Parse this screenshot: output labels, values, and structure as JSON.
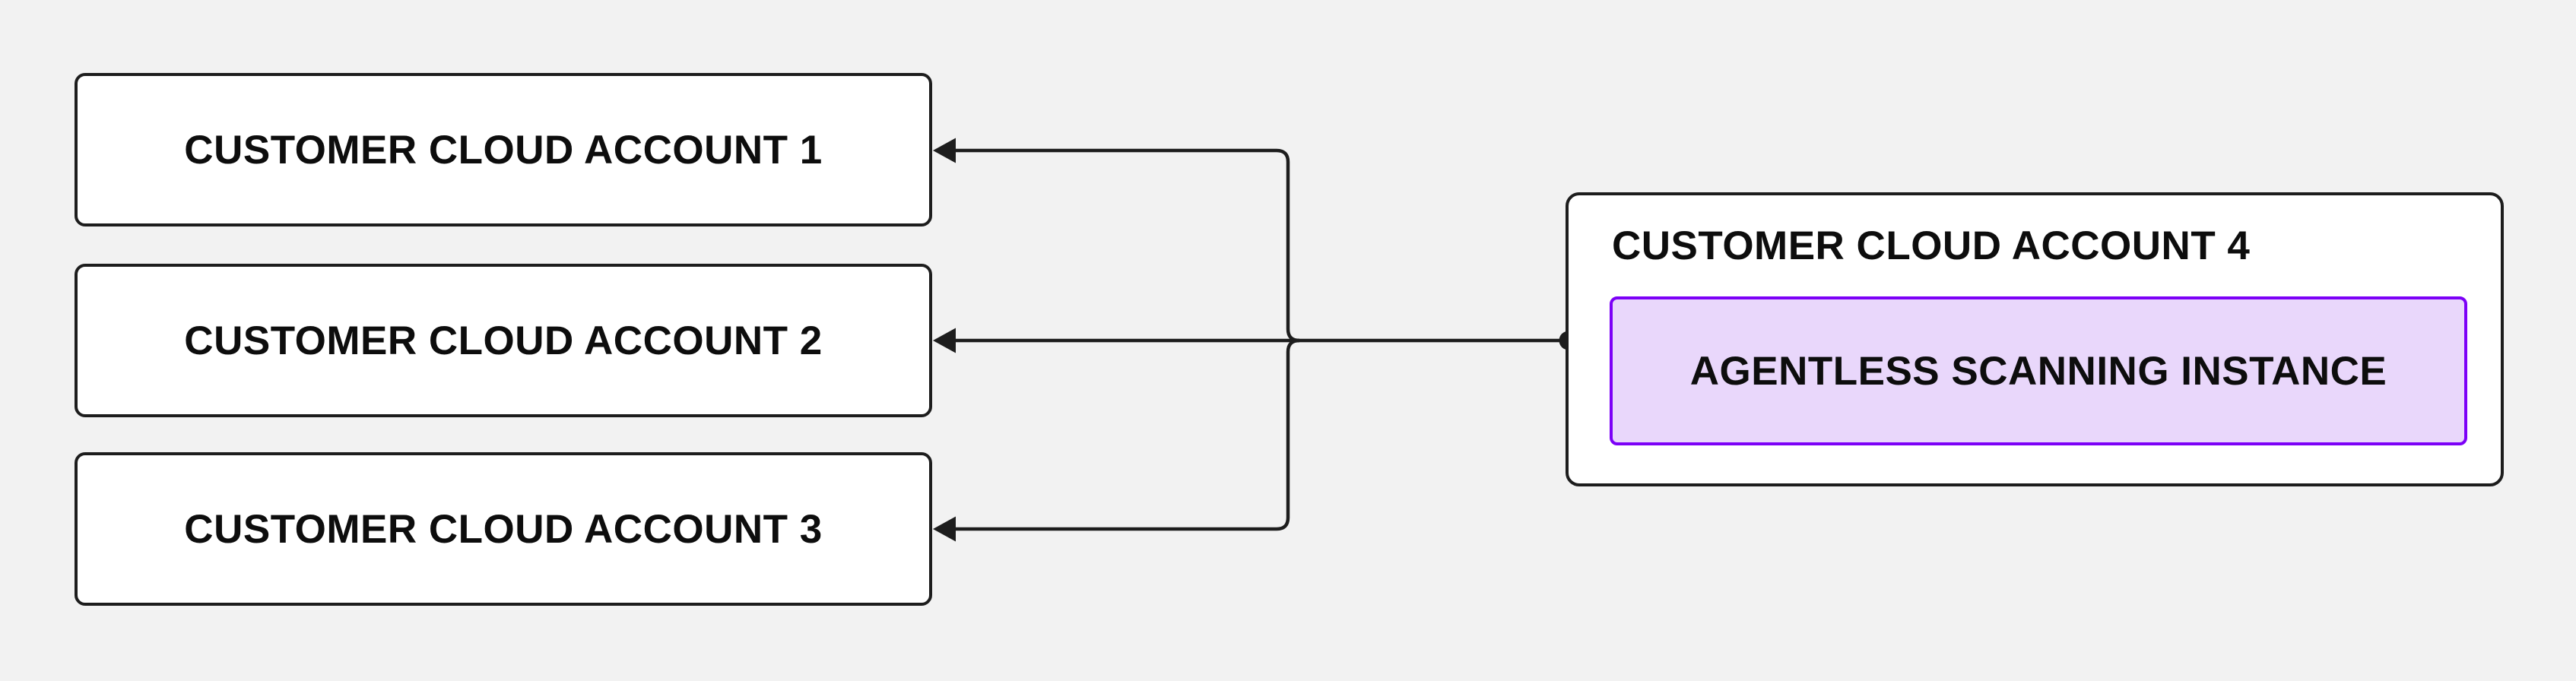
{
  "diagram": {
    "accounts": [
      {
        "label": "CUSTOMER CLOUD ACCOUNT 1"
      },
      {
        "label": "CUSTOMER CLOUD ACCOUNT 2"
      },
      {
        "label": "CUSTOMER CLOUD ACCOUNT 3"
      }
    ],
    "scanning_account": {
      "label": "CUSTOMER CLOUD ACCOUNT 4",
      "instance": {
        "label": "AGENTLESS SCANNING INSTANCE"
      }
    },
    "connections": [
      {
        "from": "CUSTOMER CLOUD ACCOUNT 4",
        "to": "CUSTOMER CLOUD ACCOUNT 1",
        "style": "elbow-arrow"
      },
      {
        "from": "CUSTOMER CLOUD ACCOUNT 4",
        "to": "CUSTOMER CLOUD ACCOUNT 2",
        "style": "straight-arrow"
      },
      {
        "from": "CUSTOMER CLOUD ACCOUNT 4",
        "to": "CUSTOMER CLOUD ACCOUNT 3",
        "style": "elbow-arrow"
      }
    ],
    "colors": {
      "background": "#f2f2f2",
      "box_fill": "#ffffff",
      "box_border": "#1d1d1d",
      "connector": "#1d1d1d",
      "instance_fill": "#e9d7fb",
      "instance_border": "#7c00f7",
      "text": "#0d0d0d"
    }
  }
}
